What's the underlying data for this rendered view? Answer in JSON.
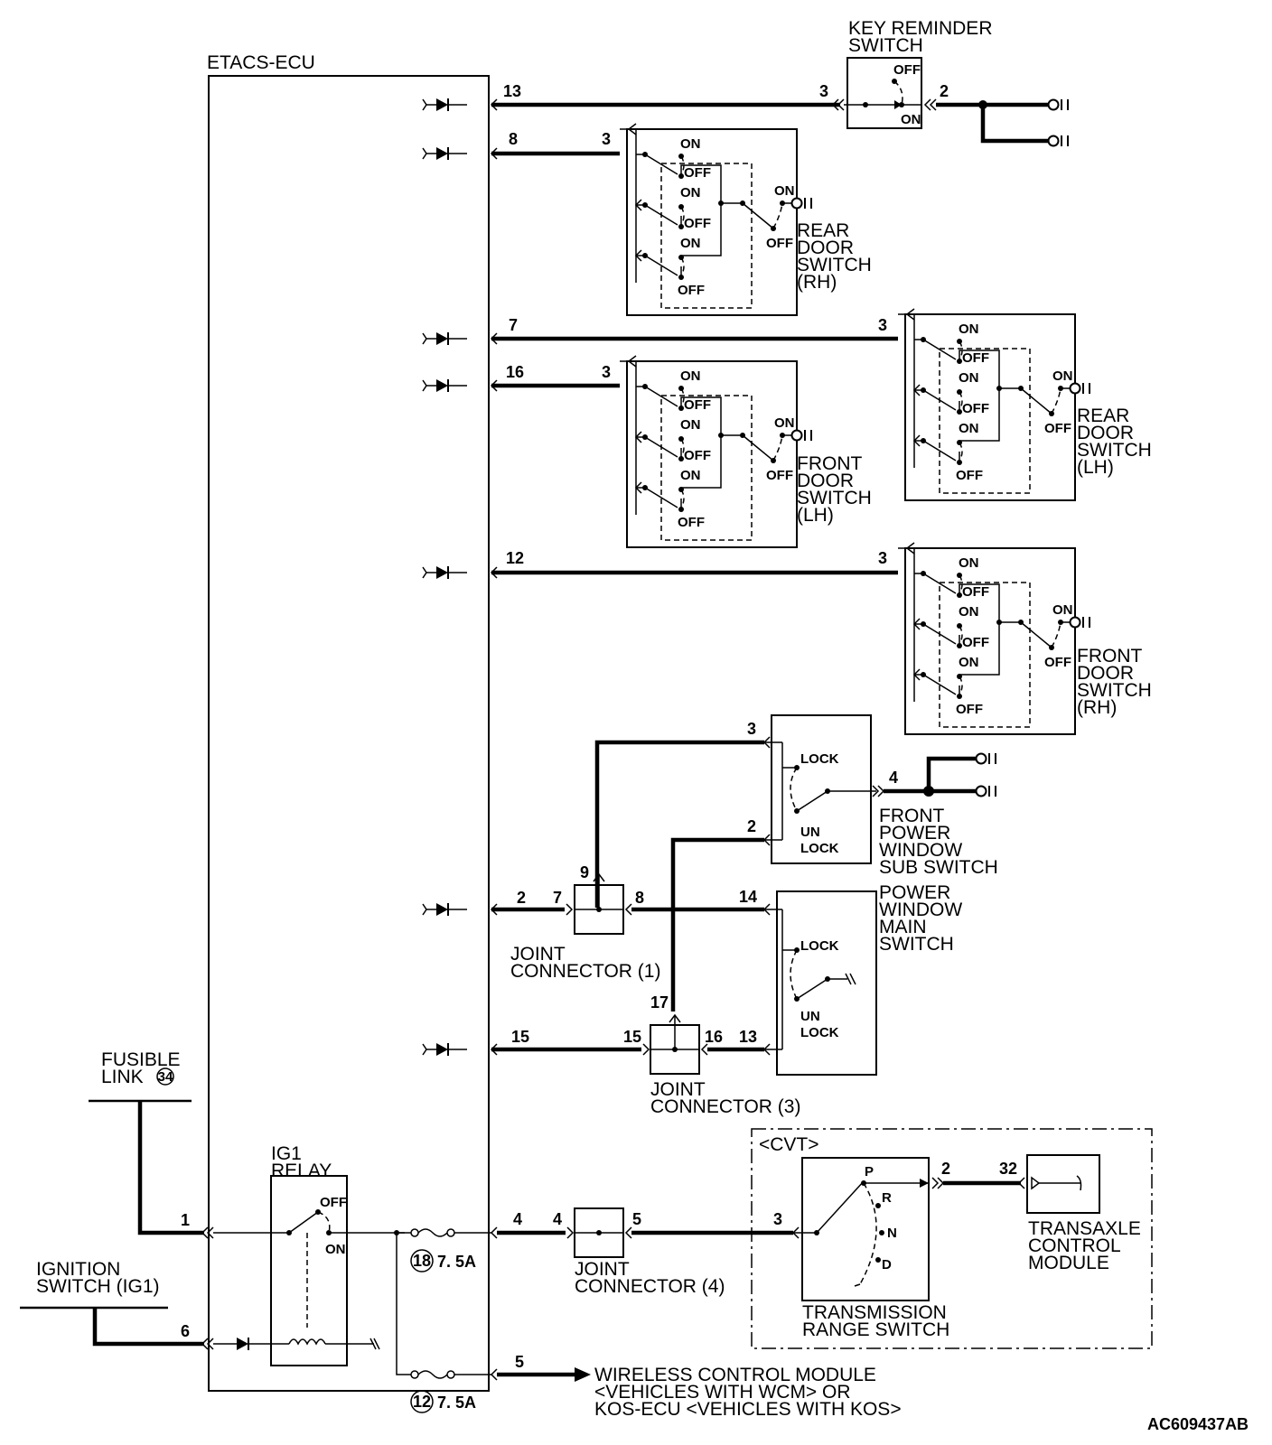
{
  "ecu": {
    "name": "ETACS-ECU"
  },
  "key_reminder": {
    "title1": "KEY REMINDER",
    "title2": "SWITCH",
    "off": "OFF",
    "on": "ON",
    "pin_ecu": "13",
    "pin_a": "3",
    "pin_b": "2"
  },
  "door_switches": [
    {
      "id": "rear-rh",
      "lines": [
        "REAR",
        "DOOR",
        "SWITCH",
        "(RH)"
      ],
      "pin_ecu": "8",
      "pin_sw": "3"
    },
    {
      "id": "rear-lh",
      "lines": [
        "REAR",
        "DOOR",
        "SWITCH",
        "(LH)"
      ],
      "pin_ecu": "7",
      "pin_sw": "3"
    },
    {
      "id": "front-lh",
      "lines": [
        "FRONT",
        "DOOR",
        "SWITCH",
        "(LH)"
      ],
      "pin_ecu": "16",
      "pin_sw": "3"
    },
    {
      "id": "front-rh",
      "lines": [
        "FRONT",
        "DOOR",
        "SWITCH",
        "(RH)"
      ],
      "pin_ecu": "12",
      "pin_sw": "3"
    }
  ],
  "switch_states": {
    "on": "ON",
    "off": "OFF"
  },
  "front_pw_sub": {
    "lines": [
      "FRONT",
      "POWER",
      "WINDOW",
      "SUB SWITCH"
    ],
    "lock": "LOCK",
    "un": "UN",
    "unlock": "LOCK",
    "pin_lock": "3",
    "pin_unlock": "2",
    "pin_gnd": "4"
  },
  "pw_main": {
    "lines": [
      "POWER",
      "WINDOW",
      "MAIN",
      "SWITCH"
    ],
    "lock": "LOCK",
    "un": "UN",
    "unlock": "LOCK",
    "pin_a": "14",
    "pin_b": "13"
  },
  "joint1": {
    "lines": [
      "JOINT",
      "CONNECTOR (1)"
    ],
    "pin_ecu": "2",
    "pin_in": "7",
    "pin_out": "8",
    "pin_up": "9"
  },
  "joint3": {
    "lines": [
      "JOINT",
      "CONNECTOR (3)"
    ],
    "pin_ecu": "15",
    "pin_in": "15",
    "pin_out": "16",
    "pin_up": "17",
    "pin_sw": "13"
  },
  "joint4": {
    "lines": [
      "JOINT",
      "CONNECTOR (4)"
    ],
    "pin_ecu": "4",
    "pin_in": "4",
    "pin_out": "5"
  },
  "fusible_link": {
    "line1": "FUSIBLE",
    "line2": "LINK",
    "num": "34",
    "pin": "1"
  },
  "ignition": {
    "line1": "IGNITION",
    "line2": "SWITCH (IG1)",
    "pin": "6"
  },
  "ig1_relay": {
    "line1": "IG1",
    "line2": "RELAY",
    "off": "OFF",
    "on": "ON"
  },
  "fuse18": {
    "num": "18",
    "rating": "7. 5A"
  },
  "fuse12": {
    "num": "12",
    "rating": "7. 5A"
  },
  "cvt": {
    "label": "<CVT>"
  },
  "trs": {
    "line1": "TRANSMISSION",
    "line2": "RANGE SWITCH",
    "p": "P",
    "r": "R",
    "n": "N",
    "d": "D",
    "pin_in": "3",
    "pin_out": "2"
  },
  "tcm": {
    "lines": [
      "TRANSAXLE",
      "CONTROL",
      "MODULE"
    ],
    "pin": "32"
  },
  "wireless": {
    "pin": "5",
    "lines": [
      "WIRELESS CONTROL MODULE",
      "<VEHICLES WITH WCM> OR",
      "KOS-ECU <VEHICLES WITH KOS>"
    ]
  },
  "figure_id": "AC609437AB"
}
